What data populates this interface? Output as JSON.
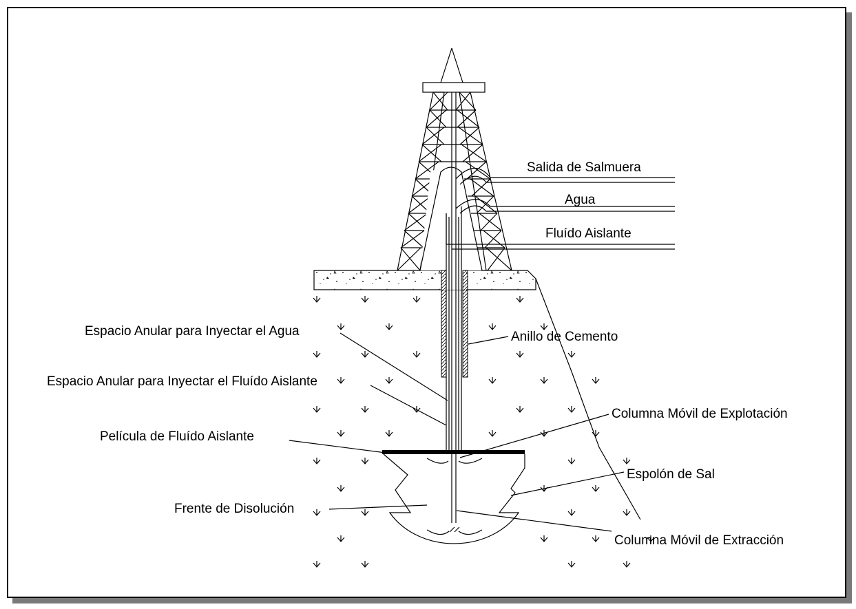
{
  "labels": {
    "salida_salmuera": "Salida de Salmuera",
    "agua": "Agua",
    "fluido_aislante": "Fluído Aislante",
    "espacio_agua": "Espacio Anular para Inyectar el Agua",
    "anillo_cemento": "Anillo de Cemento",
    "espacio_fluido": "Espacio Anular para Inyectar el Fluído Aislante",
    "columna_explotacion": "Columna Móvil de Explotación",
    "pelicula": "Película de Fluído Aislante",
    "espolon": "Espolón de Sal",
    "frente": "Frente de Disolución",
    "columna_extraccion": "Columna Móvil de Extracción"
  }
}
